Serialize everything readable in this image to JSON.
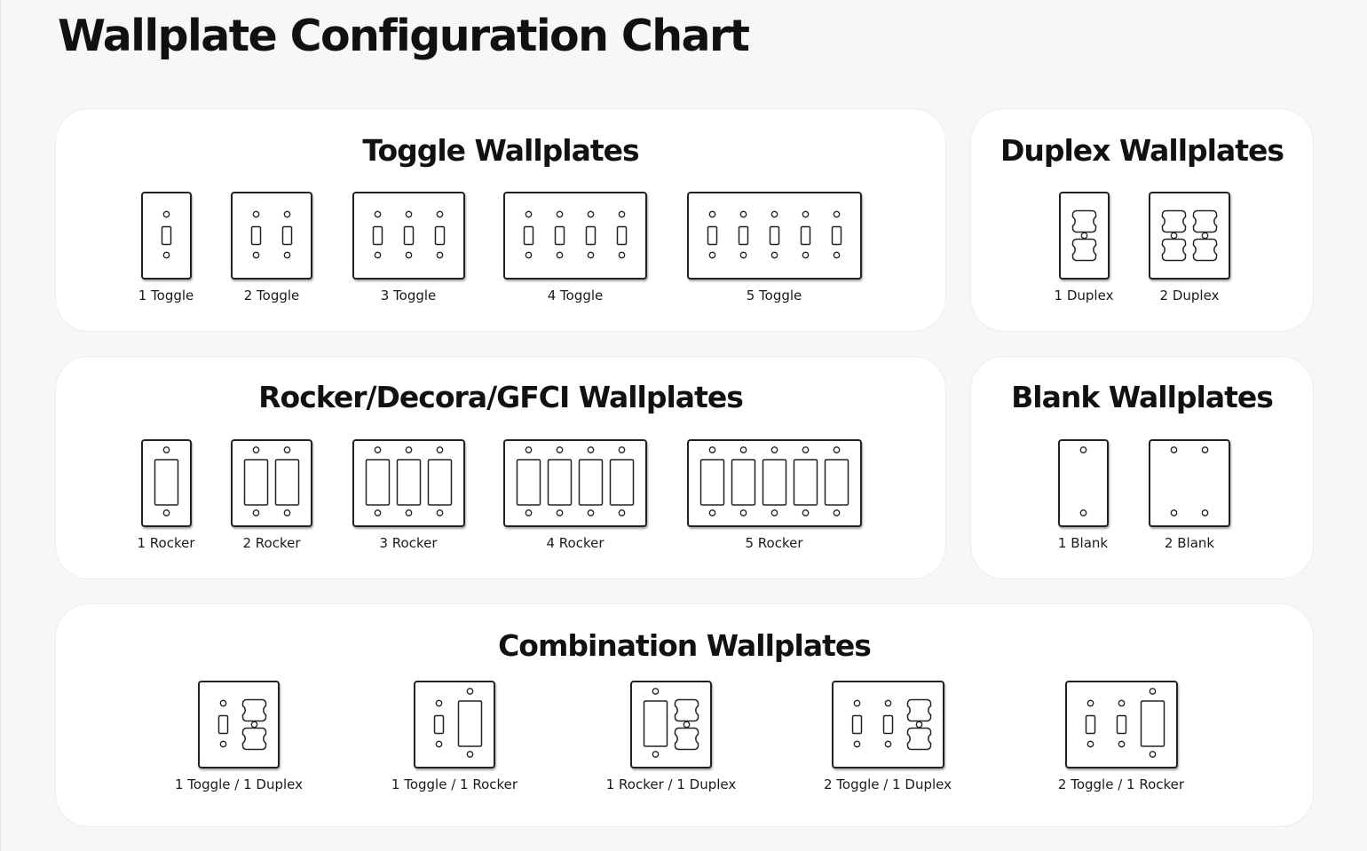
{
  "title": "Wallplate Configuration Chart",
  "sections": {
    "toggle": {
      "title": "Toggle Wallplates",
      "items": [
        {
          "label": "1 Toggle",
          "modules": [
            "toggle"
          ]
        },
        {
          "label": "2 Toggle",
          "modules": [
            "toggle",
            "toggle"
          ]
        },
        {
          "label": "3 Toggle",
          "modules": [
            "toggle",
            "toggle",
            "toggle"
          ]
        },
        {
          "label": "4 Toggle",
          "modules": [
            "toggle",
            "toggle",
            "toggle",
            "toggle"
          ]
        },
        {
          "label": "5 Toggle",
          "modules": [
            "toggle",
            "toggle",
            "toggle",
            "toggle",
            "toggle"
          ]
        }
      ]
    },
    "duplex": {
      "title": "Duplex Wallplates",
      "items": [
        {
          "label": "1 Duplex",
          "modules": [
            "duplex"
          ]
        },
        {
          "label": "2 Duplex",
          "modules": [
            "duplex",
            "duplex"
          ]
        }
      ]
    },
    "rocker": {
      "title": "Rocker/Decora/GFCI Wallplates",
      "items": [
        {
          "label": "1 Rocker",
          "modules": [
            "rocker"
          ]
        },
        {
          "label": "2 Rocker",
          "modules": [
            "rocker",
            "rocker"
          ]
        },
        {
          "label": "3 Rocker",
          "modules": [
            "rocker",
            "rocker",
            "rocker"
          ]
        },
        {
          "label": "4 Rocker",
          "modules": [
            "rocker",
            "rocker",
            "rocker",
            "rocker"
          ]
        },
        {
          "label": "5 Rocker",
          "modules": [
            "rocker",
            "rocker",
            "rocker",
            "rocker",
            "rocker"
          ]
        }
      ]
    },
    "blank": {
      "title": "Blank Wallplates",
      "items": [
        {
          "label": "1 Blank",
          "modules": [
            "blank"
          ]
        },
        {
          "label": "2 Blank",
          "modules": [
            "blank",
            "blank"
          ]
        }
      ]
    },
    "combination": {
      "title": "Combination Wallplates",
      "items": [
        {
          "label": "1 Toggle / 1 Duplex",
          "modules": [
            "toggle",
            "duplex"
          ]
        },
        {
          "label": "1 Toggle / 1 Rocker",
          "modules": [
            "toggle",
            "rocker"
          ]
        },
        {
          "label": "1 Rocker / 1 Duplex",
          "modules": [
            "rocker",
            "duplex"
          ]
        },
        {
          "label": "2 Toggle / 1 Duplex",
          "modules": [
            "toggle",
            "toggle",
            "duplex"
          ]
        },
        {
          "label": "2 Toggle / 1 Rocker",
          "modules": [
            "toggle",
            "toggle",
            "rocker"
          ]
        }
      ]
    }
  }
}
